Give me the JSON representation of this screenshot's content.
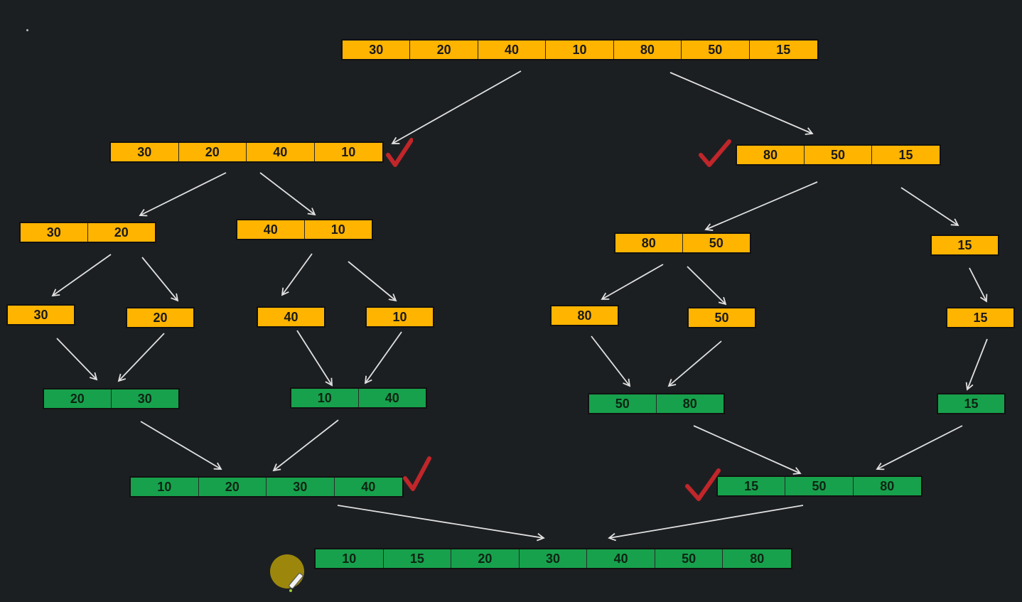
{
  "diagram": {
    "colors": {
      "background": "#1c1f22",
      "split": "#ffb400",
      "merged": "#17a14c",
      "arrow": "#e0e0e0",
      "check": "#c0262a"
    },
    "arrays": {
      "root": [
        "30",
        "20",
        "40",
        "10",
        "80",
        "50",
        "15"
      ],
      "l1_left": [
        "30",
        "20",
        "40",
        "10"
      ],
      "l1_right": [
        "80",
        "50",
        "15"
      ],
      "l2_a": [
        "30",
        "20"
      ],
      "l2_b": [
        "40",
        "10"
      ],
      "l2_c": [
        "80",
        "50"
      ],
      "l2_d": [
        "15"
      ],
      "l3_a": [
        "30"
      ],
      "l3_b": [
        "20"
      ],
      "l3_c": [
        "40"
      ],
      "l3_d": [
        "10"
      ],
      "l3_e": [
        "80"
      ],
      "l3_f": [
        "50"
      ],
      "l3_g": [
        "15"
      ],
      "m1_a": [
        "20",
        "30"
      ],
      "m1_b": [
        "10",
        "40"
      ],
      "m1_c": [
        "50",
        "80"
      ],
      "m1_d": [
        "15"
      ],
      "m2_left": [
        "10",
        "20",
        "30",
        "40"
      ],
      "m2_right": [
        "15",
        "50",
        "80"
      ],
      "final": [
        "10",
        "15",
        "20",
        "30",
        "40",
        "50",
        "80"
      ]
    },
    "icons": {
      "check": "check-mark-icon",
      "cursor": "pen-cursor-icon"
    }
  }
}
